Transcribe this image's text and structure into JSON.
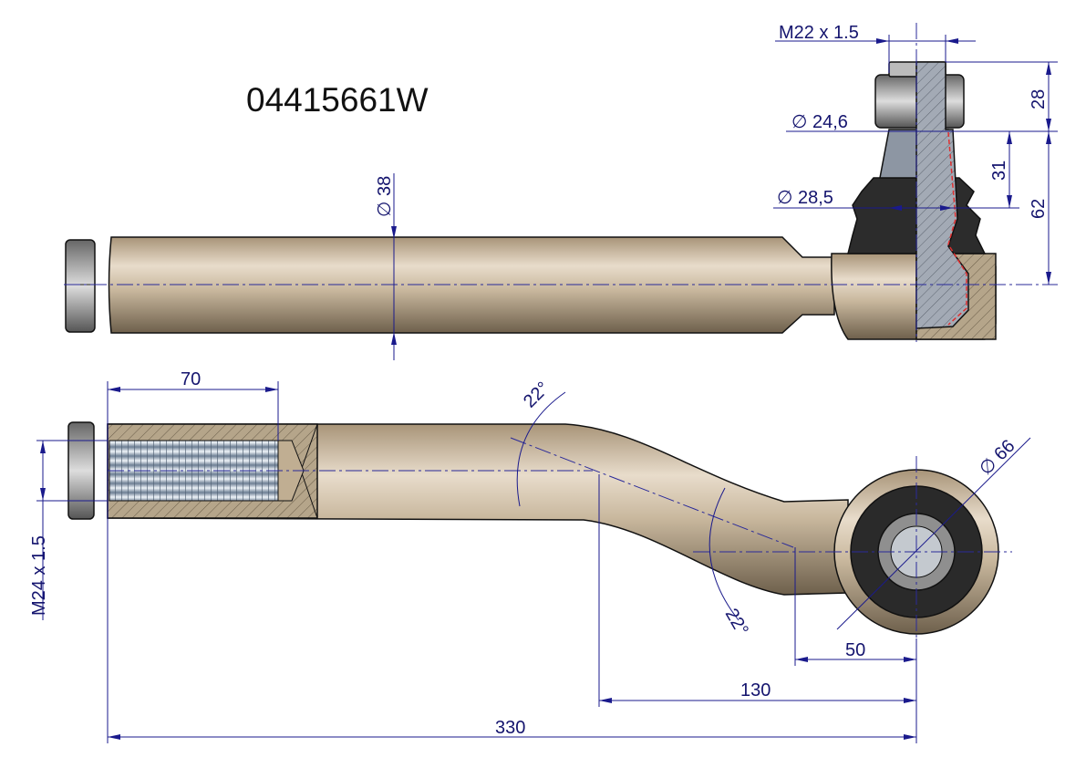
{
  "drawing": {
    "part_number": "04415661W",
    "colors": {
      "dimension": "#1a1a8c",
      "body": "#c8b79e",
      "boot": "#2b2b2b",
      "section": "#9aa3b0"
    },
    "top_view": {
      "thread_stud": "M22 x 1.5",
      "dia_24_6": "∅ 24,6",
      "dia_28_5": "∅ 28,5",
      "dim_28": "28",
      "dim_31": "31",
      "dim_62": "62",
      "dia_38": "∅ 38"
    },
    "side_view": {
      "dim_70": "70",
      "thread_rod": "M24 x 1.5",
      "angle_1": "22°",
      "angle_2": "22°",
      "dia_66": "∅ 66",
      "dim_50": "50",
      "dim_130": "130",
      "dim_330": "330"
    }
  }
}
